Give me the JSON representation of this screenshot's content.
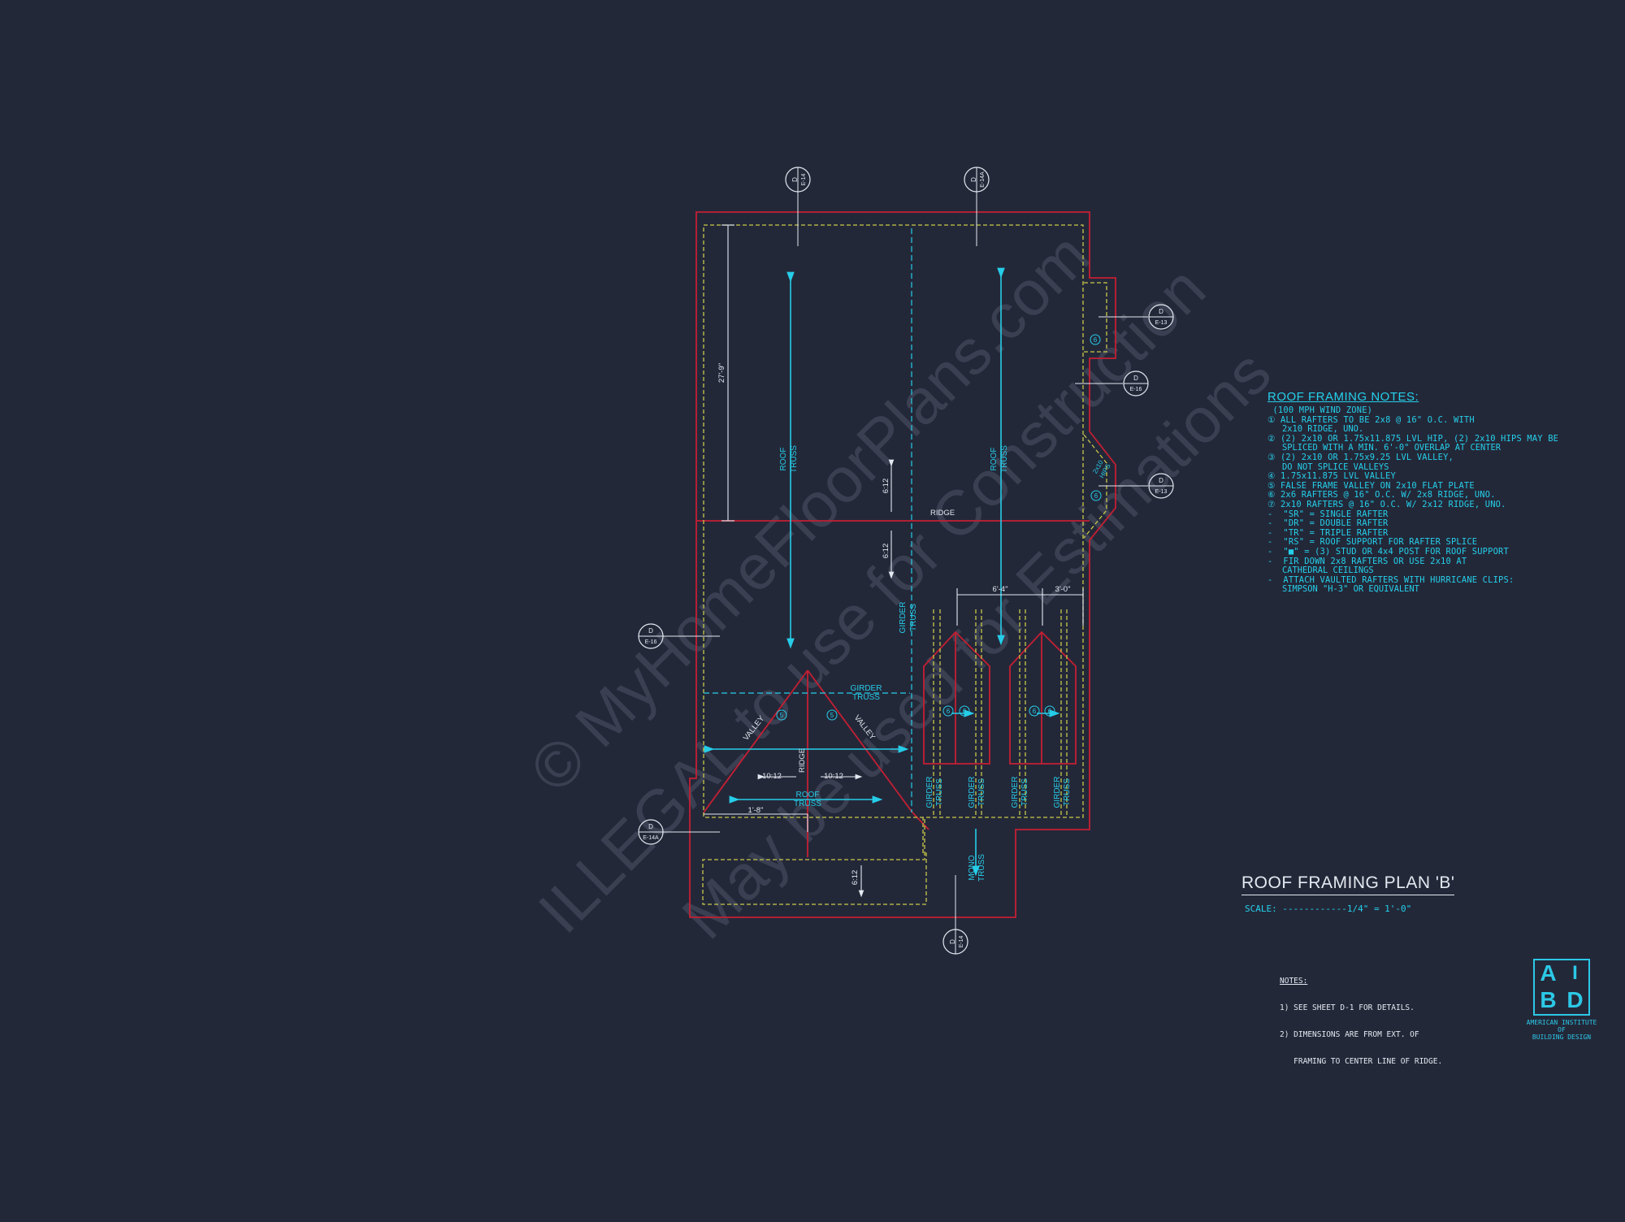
{
  "watermark": {
    "lines": [
      "© MyHomeFloorPlans.com",
      "ILLEGAL to use for Construction",
      "May be used for Estimations"
    ],
    "color": "#3a4052"
  },
  "colors": {
    "outline": "#c41f33",
    "cyan": "#26cde8",
    "yellow": "#c9c84a",
    "white": "#e4e8f0",
    "background": "#232839"
  },
  "plan_labels": {
    "roof_truss": [
      "ROOF",
      "TRUSS"
    ],
    "girder_truss": [
      "GIRDER",
      "TRUSS"
    ],
    "mono_truss": [
      "MONO",
      "TRUSS"
    ],
    "ridge": "RIDGE",
    "valley": "VALLEY",
    "hips": [
      "2x10",
      "HIPS"
    ],
    "pitch_6_12": "6:12",
    "pitch_10_12": "10:12",
    "dim_27_9": "27'-9\"",
    "dim_6_4": "6'-4\"",
    "dim_3_0": "3'-0\"",
    "dim_1_8": "1'-8\"",
    "num_6": "6",
    "num_5": "5"
  },
  "section_markers": [
    {
      "letter": "D",
      "ref": "E-14"
    },
    {
      "letter": "D",
      "ref": "E-14A"
    },
    {
      "letter": "D",
      "ref": "E-13"
    },
    {
      "letter": "D",
      "ref": "E-16"
    },
    {
      "letter": "D",
      "ref": "E-13"
    },
    {
      "letter": "D",
      "ref": "E-16"
    },
    {
      "letter": "D",
      "ref": "E-14A"
    },
    {
      "letter": "D",
      "ref": "E-14"
    }
  ],
  "roof_framing_notes": {
    "title": "ROOF FRAMING NOTES:",
    "lines": [
      {
        "text": " (100 MPH WIND ZONE)",
        "sub": false
      },
      {
        "text": "① ALL RAFTERS TO BE 2x8 @ 16\" O.C. WITH",
        "sub": false
      },
      {
        "text": "2x10 RIDGE, UNO.",
        "sub": true
      },
      {
        "text": "② (2) 2x10 OR 1.75x11.875 LVL HIP, (2) 2x10 HIPS MAY BE",
        "sub": false
      },
      {
        "text": "SPLICED WITH A MIN. 6'-0\" OVERLAP AT CENTER",
        "sub": true
      },
      {
        "text": "③ (2) 2x10 OR 1.75x9.25 LVL VALLEY,",
        "sub": false
      },
      {
        "text": "DO NOT SPLICE VALLEYS",
        "sub": true
      },
      {
        "text": "④ 1.75x11.875 LVL VALLEY",
        "sub": false
      },
      {
        "text": "⑤ FALSE FRAME VALLEY ON 2x10 FLAT PLATE",
        "sub": false
      },
      {
        "text": "⑥ 2x6 RAFTERS @ 16\" O.C. W/ 2x8 RIDGE, UNO.",
        "sub": false
      },
      {
        "text": "⑦ 2x10 RAFTERS @ 16\" O.C. W/ 2x12 RIDGE, UNO.",
        "sub": false
      },
      {
        "text": "-  \"SR\" = SINGLE RAFTER",
        "sub": false
      },
      {
        "text": "-  \"DR\" = DOUBLE RAFTER",
        "sub": false
      },
      {
        "text": "-  \"TR\" = TRIPLE RAFTER",
        "sub": false
      },
      {
        "text": "-  \"RS\" = ROOF SUPPORT FOR RAFTER SPLICE",
        "sub": false
      },
      {
        "text": "-  \"■\" = (3) STUD OR 4x4 POST FOR ROOF SUPPORT",
        "sub": false
      },
      {
        "text": "-  FIR DOWN 2x8 RAFTERS OR USE 2x10 AT",
        "sub": false
      },
      {
        "text": "CATHEDRAL CEILINGS",
        "sub": true
      },
      {
        "text": "-  ATTACH VAULTED RAFTERS WITH HURRICANE CLIPS:",
        "sub": false
      },
      {
        "text": "SIMPSON \"H-3\" OR EQUIVALENT",
        "sub": true
      }
    ]
  },
  "plan_title": "ROOF FRAMING PLAN 'B'",
  "plan_scale": "SCALE: ------------1/4\" = 1'-0\"",
  "footer_notes": {
    "header": "NOTES:",
    "lines": [
      "1) SEE SHEET D-1 FOR DETAILS.",
      "2) DIMENSIONS ARE FROM EXT. OF",
      "   FRAMING TO CENTER LINE OF RIDGE."
    ]
  },
  "logo": {
    "letters": [
      "A",
      "I",
      "B",
      "D"
    ],
    "text": "AMERICAN INSTITUTE\nOF\nBUILDING DESIGN"
  }
}
